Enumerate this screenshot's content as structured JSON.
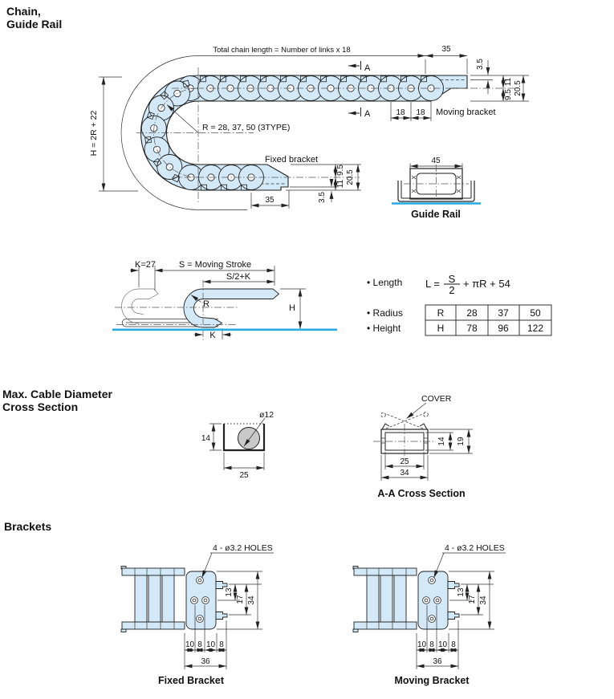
{
  "colors": {
    "chain_fill": "#d3e9f7",
    "line": "#222222",
    "accent_blue": "#29abe2",
    "cable_gray": "#c9c9c9"
  },
  "headings": {
    "chain_line1": "Chain,",
    "chain_line2": "Guide Rail",
    "max_cable_line1": "Max. Cable Diameter",
    "max_cable_line2": "Cross Section",
    "brackets": "Brackets"
  },
  "chain_diagram": {
    "total_length_note": "Total chain length = Number of links x 18",
    "dim_35_top": "35",
    "dim_3_5_top": "3.5",
    "dim_11_top": "11",
    "dim_9_5_top": "9.5",
    "dim_20_5_top": "20.5",
    "section_label_top": "A",
    "section_label_bottom": "A",
    "dim_18_left": "18",
    "dim_18_right": "18",
    "moving_bracket_label": "Moving bracket",
    "radius_note": "R = 28, 37, 50 (3TYPE)",
    "height_note": "H = 2R + 22",
    "fixed_bracket_label": "Fixed bracket",
    "dim_9_5_bottom": "9.5",
    "dim_20_5_bottom": "20.5",
    "dim_11_bottom": "11",
    "dim_3_5_bottom": "3.5",
    "dim_35_bottom": "35"
  },
  "guide_rail": {
    "dim_45": "45",
    "label": "Guide Rail"
  },
  "stroke_diagram": {
    "dim_k27": "K=27",
    "stroke_note": "S = Moving Stroke",
    "dim_s2k": "S/2+K",
    "radius_label": "R",
    "height_label": "H",
    "dim_k": "K"
  },
  "length_formula": {
    "bullet_length": "• Length",
    "lhs": "L =",
    "numerator": "S",
    "denominator": "2",
    "tail": "+ πR + 54"
  },
  "spec_table": {
    "bullet_radius": "• Radius",
    "bullet_height": "• Height",
    "radius_key": "R",
    "height_key": "H",
    "radius_values": [
      "28",
      "37",
      "50"
    ],
    "height_values": [
      "78",
      "96",
      "122"
    ]
  },
  "cable_section": {
    "dim_dia": "ø12",
    "dim_14": "14",
    "dim_25": "25"
  },
  "aa_section": {
    "cover_label": "COVER",
    "dim_14": "14",
    "dim_19": "19",
    "dim_25": "25",
    "dim_34": "34",
    "label": "A-A Cross Section"
  },
  "fixed_bracket": {
    "holes_note": "4 - ø3.2 HOLES",
    "dim_13": "13",
    "dim_17": "17",
    "dim_34": "34",
    "dim_10a": "10",
    "dim_8a": "8",
    "dim_10b": "10",
    "dim_8b": "8",
    "dim_36": "36",
    "label": "Fixed Bracket"
  },
  "moving_bracket": {
    "holes_note": "4 - ø3.2 HOLES",
    "dim_13": "13",
    "dim_17": "17",
    "dim_34": "34",
    "dim_10a": "10",
    "dim_8a": "8",
    "dim_10b": "10",
    "dim_8b": "8",
    "dim_36": "36",
    "label": "Moving Bracket"
  }
}
